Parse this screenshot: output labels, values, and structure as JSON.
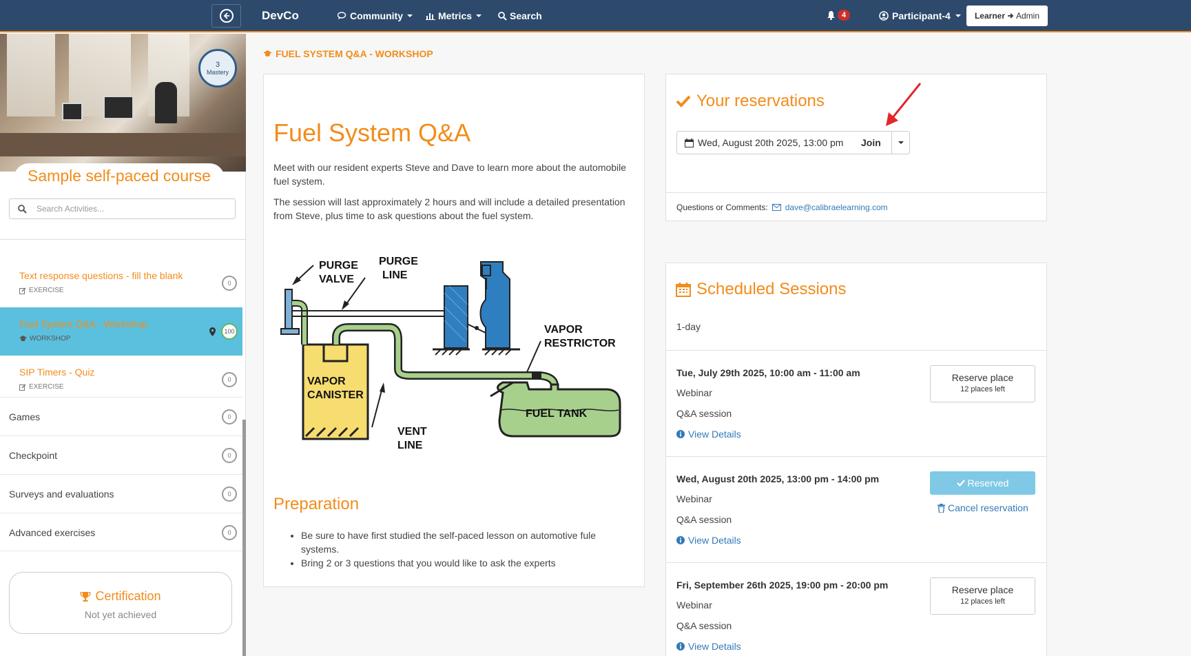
{
  "navbar": {
    "brand": "DevCo",
    "community": "Community",
    "metrics": "Metrics",
    "search": "Search",
    "notifications": "4",
    "user": "Participant-4",
    "role_learner": "Learner",
    "role_admin": "Admin"
  },
  "sidebar": {
    "mastery_level": "3",
    "mastery_label": "Mastery",
    "course_title": "Sample self-paced course",
    "search_placeholder": "Search Activities...",
    "activities": [
      {
        "title": "Text response questions - fill the blank",
        "type": "EXERCISE",
        "count": "0"
      },
      {
        "title": "Fuel System Q&A - Workshop",
        "type": "WORKSHOP",
        "count": "100"
      },
      {
        "title": "SIP Timers - Quiz",
        "type": "EXERCISE",
        "count": "0"
      }
    ],
    "sections": [
      {
        "title": "Games",
        "count": "0"
      },
      {
        "title": "Checkpoint",
        "count": "0"
      },
      {
        "title": "Surveys and evaluations",
        "count": "0"
      },
      {
        "title": "Advanced exercises",
        "count": "0"
      }
    ],
    "certification": {
      "title": "Certification",
      "status": "Not yet achieved"
    }
  },
  "breadcrumb": "FUEL SYSTEM Q&A - WORKSHOP",
  "workshop": {
    "title": "Fuel System Q&A",
    "p1": "Meet with our resident experts Steve and Dave to learn more about the automobile fuel system.",
    "p2": "The session will last approximately 2 hours and will include a detailed presentation from Steve, plus time to ask questions about the fuel system.",
    "diagram_labels": {
      "purge_valve_1": "PURGE",
      "purge_valve_2": "VALVE",
      "purge_line_1": "PURGE",
      "purge_line_2": "LINE",
      "vapor_restrictor_1": "VAPOR",
      "vapor_restrictor_2": "RESTRICTOR",
      "vapor_canister_1": "VAPOR",
      "vapor_canister_2": "CANISTER",
      "fuel_tank": "FUEL TANK",
      "vent_line_1": "VENT",
      "vent_line_2": "LINE"
    },
    "prep_title": "Preparation",
    "prep_items": [
      "Be sure to have first studied the self-paced lesson on automotive fule systems.",
      "Bring 2 or 3 questions that you would like to ask the experts"
    ]
  },
  "reservations": {
    "title": "Your reservations",
    "date": "Wed, August 20th 2025, 13:00 pm",
    "join": "Join",
    "questions_label": "Questions or Comments:",
    "email": "dave@calibraelearning.com"
  },
  "schedule": {
    "title": "Scheduled Sessions",
    "duration": "1-day",
    "sessions": [
      {
        "date": "Tue, July 29th 2025, 10:00 am - 11:00 am",
        "format": "Webinar",
        "kind": "Q&A session",
        "details": "View Details",
        "action": "Reserve place",
        "places": "12 places left"
      },
      {
        "date": "Wed, August 20th 2025, 13:00 pm - 14:00 pm",
        "format": "Webinar",
        "kind": "Q&A session",
        "details": "View Details",
        "action": "Reserved",
        "cancel": "Cancel reservation"
      },
      {
        "date": "Fri, September 26th 2025, 19:00 pm - 20:00 pm",
        "format": "Webinar",
        "kind": "Q&A session",
        "details": "View Details",
        "action": "Reserve place",
        "places": "12 places left"
      }
    ]
  },
  "colors": {
    "navbar": "#2d4a6d",
    "accent": "#f28c1a",
    "active_item": "#5bc0de",
    "link": "#337ab7",
    "badge": "#c9302c"
  }
}
